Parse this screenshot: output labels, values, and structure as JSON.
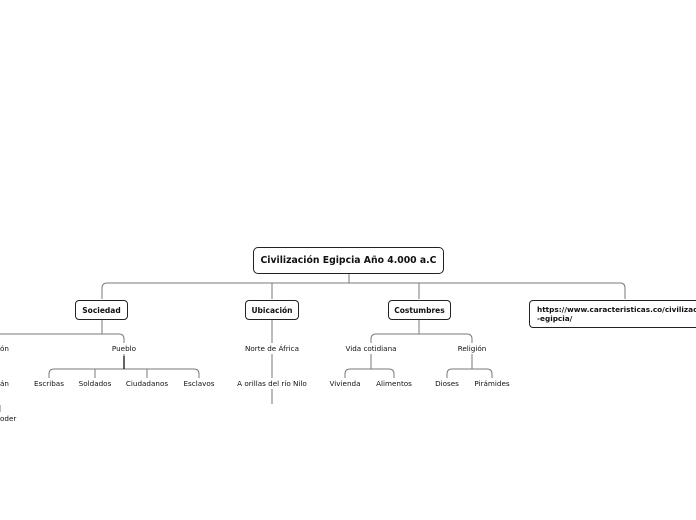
{
  "root": {
    "label": "Civilización Egipcia Año 4.000 a.C"
  },
  "branches": {
    "sociedad": {
      "label": "Sociedad",
      "left_cut_1": "ón",
      "left_cut_2": "án",
      "left_cut_3": "oder",
      "pueblo": {
        "label": "Pueblo",
        "children": [
          "Escribas",
          "Soldados",
          "Ciudadanos",
          "Esclavos"
        ]
      }
    },
    "ubicacion": {
      "label": "Ubicación",
      "child": "Norte de África",
      "grandchild": "A orillas del río Nilo"
    },
    "costumbres": {
      "label": "Costumbres",
      "vida": {
        "label": "Vida cotidiana",
        "children": [
          "Vivienda",
          "Alimentos"
        ]
      },
      "religion": {
        "label": "Religión",
        "children": [
          "Dioses",
          "Pirámides"
        ]
      }
    },
    "link": {
      "line1": "https://www.caracteristicas.co/civilizac",
      "line2": "-egipcia/"
    }
  },
  "colors": {
    "line": "#777777",
    "border": "#222222",
    "text": "#111111"
  }
}
